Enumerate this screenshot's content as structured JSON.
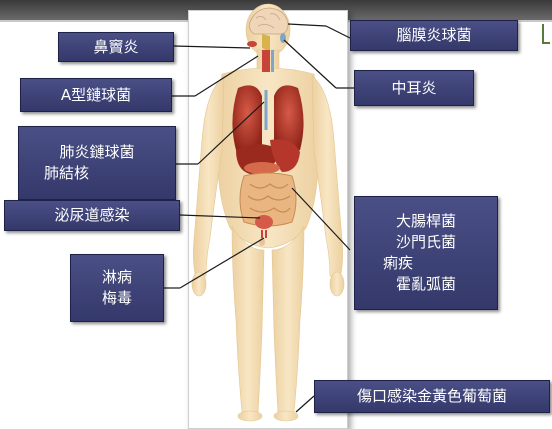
{
  "labels": {
    "nasal_sinusitis": "鼻竇炎",
    "group_a_strep": "A型鏈球菌",
    "pneumonia_lines": [
      "肺炎鏈球菌",
      "肺結核"
    ],
    "uti": "泌尿道感染",
    "std_lines": [
      "淋病",
      "梅毒"
    ],
    "meningitis": "腦膜炎球菌",
    "otitis_media": "中耳炎",
    "intestinal_lines": [
      "大腸桿菌",
      "沙門氏菌",
      "痢疾",
      "霍亂弧菌"
    ],
    "wound_infection": "傷口感染金黃色葡萄菌"
  },
  "colors": {
    "label_fill": "#3b3f74",
    "skin": "#f5dfb6",
    "organ_red": "#b5362a",
    "leader_line": "#1a1a1a",
    "top_bar": "#4a4a4a"
  }
}
